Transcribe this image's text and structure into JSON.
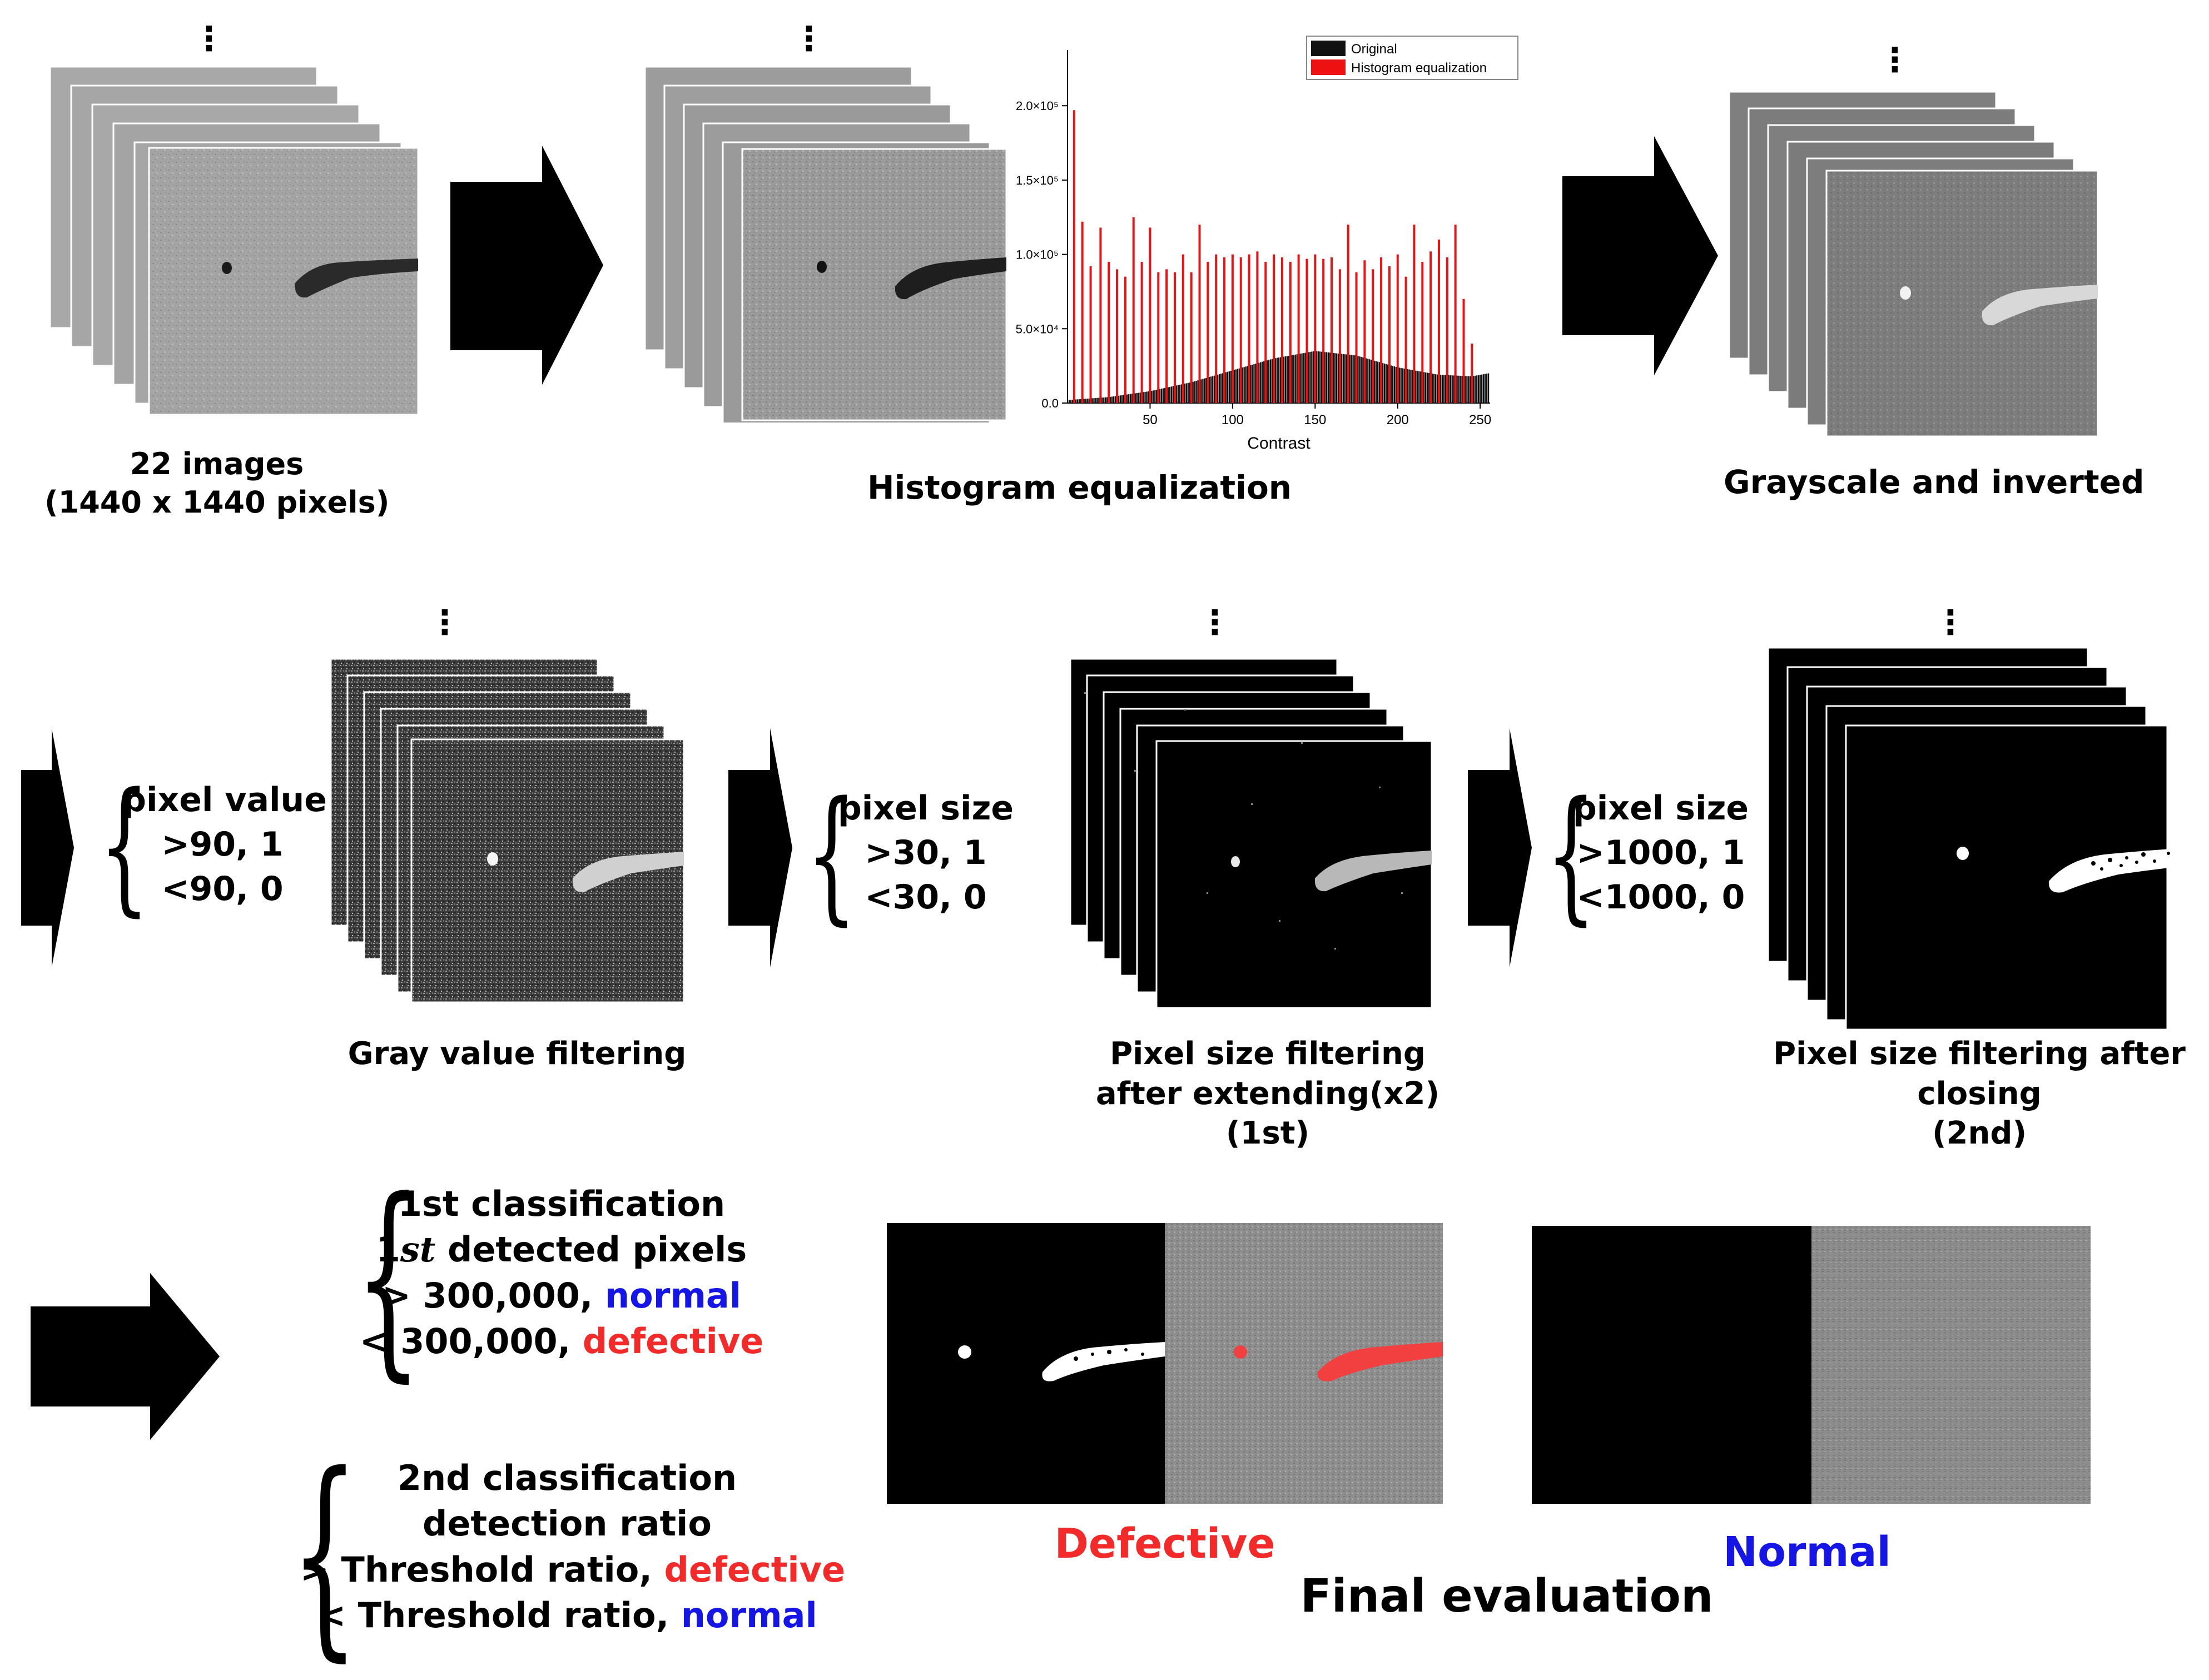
{
  "colors": {
    "normal": "#1515e6",
    "defective": "#f22a2a",
    "hist_original": "#111111",
    "hist_equalized": "#ee1111"
  },
  "stage1": {
    "label_line1": "22 images",
    "label_line2": "(1440 x 1440 pixels)"
  },
  "stage2": {
    "label": "Histogram equalization"
  },
  "stage3": {
    "label": "Grayscale and inverted"
  },
  "stage4": {
    "label": "Gray value filtering",
    "rule_title": "pixel value",
    "rule_gt": ">90, 1",
    "rule_lt": "<90, 0"
  },
  "stage5": {
    "label_line1": "Pixel size filtering",
    "label_line2": "after extending(x2)",
    "label_line3": "(1st)",
    "rule_title": "pixel size",
    "rule_gt": ">30, 1",
    "rule_lt": "<30, 0"
  },
  "stage6": {
    "label_line1": "Pixel size filtering after",
    "label_line2": "closing",
    "label_line3": "(2nd)",
    "rule_title": "pixel size",
    "rule_gt": ">1000, 1",
    "rule_lt": "<1000, 0"
  },
  "classification1": {
    "title": "1st classification",
    "line2_prefix": "1",
    "line2_italic": "st",
    "line2_suffix": " detected pixels",
    "gt_text": "> 300,000, ",
    "gt_result": "normal",
    "lt_text": "< 300,000, ",
    "lt_result": "defective"
  },
  "classification2": {
    "title": "2nd classification",
    "line2": "detection ratio",
    "gt_text": "> Threshold ratio, ",
    "gt_result": "defective",
    "lt_text": "< Threshold ratio, ",
    "lt_result": "normal"
  },
  "final": {
    "defective_label": "Defective",
    "normal_label": "Normal",
    "title": "Final evaluation"
  },
  "chart_data": {
    "type": "bar",
    "title": "",
    "xlabel": "Contrast",
    "ylabel": "",
    "xlim": [
      0,
      256
    ],
    "ylim": [
      0,
      230000
    ],
    "x_ticks": [
      50,
      100,
      150,
      200,
      250
    ],
    "y_ticks": [
      0,
      50000,
      100000,
      150000,
      200000
    ],
    "y_tick_labels": [
      "0.0",
      "5.0×10⁴",
      "1.0×10⁵",
      "1.5×10⁵",
      "2.0×10⁵"
    ],
    "legend_position": "top-right",
    "series": [
      {
        "name": "Original",
        "shape": "broad gaussian",
        "x": [
          0,
          25,
          50,
          75,
          100,
          125,
          150,
          175,
          200,
          225,
          245,
          255
        ],
        "values": [
          2000,
          4000,
          8000,
          14000,
          22000,
          30000,
          35000,
          32000,
          24000,
          19000,
          18000,
          20000
        ]
      },
      {
        "name": "Histogram equalization",
        "x": [
          4,
          9,
          14,
          20,
          25,
          30,
          35,
          40,
          45,
          50,
          55,
          60,
          65,
          70,
          75,
          80,
          85,
          90,
          95,
          100,
          105,
          110,
          115,
          120,
          125,
          130,
          135,
          140,
          145,
          150,
          155,
          160,
          165,
          170,
          175,
          180,
          185,
          190,
          195,
          200,
          205,
          210,
          215,
          220,
          225,
          230,
          235,
          240,
          245
        ],
        "values": [
          197000,
          122000,
          92000,
          118000,
          95000,
          90000,
          85000,
          125000,
          95000,
          118000,
          88000,
          90000,
          88000,
          100000,
          88000,
          120000,
          95000,
          100000,
          98000,
          100000,
          98000,
          100000,
          102000,
          95000,
          100000,
          98000,
          95000,
          100000,
          97000,
          100000,
          97000,
          98000,
          90000,
          120000,
          88000,
          96000,
          90000,
          98000,
          92000,
          100000,
          85000,
          120000,
          95000,
          102000,
          110000,
          98000,
          120000,
          70000,
          40000
        ]
      }
    ]
  }
}
